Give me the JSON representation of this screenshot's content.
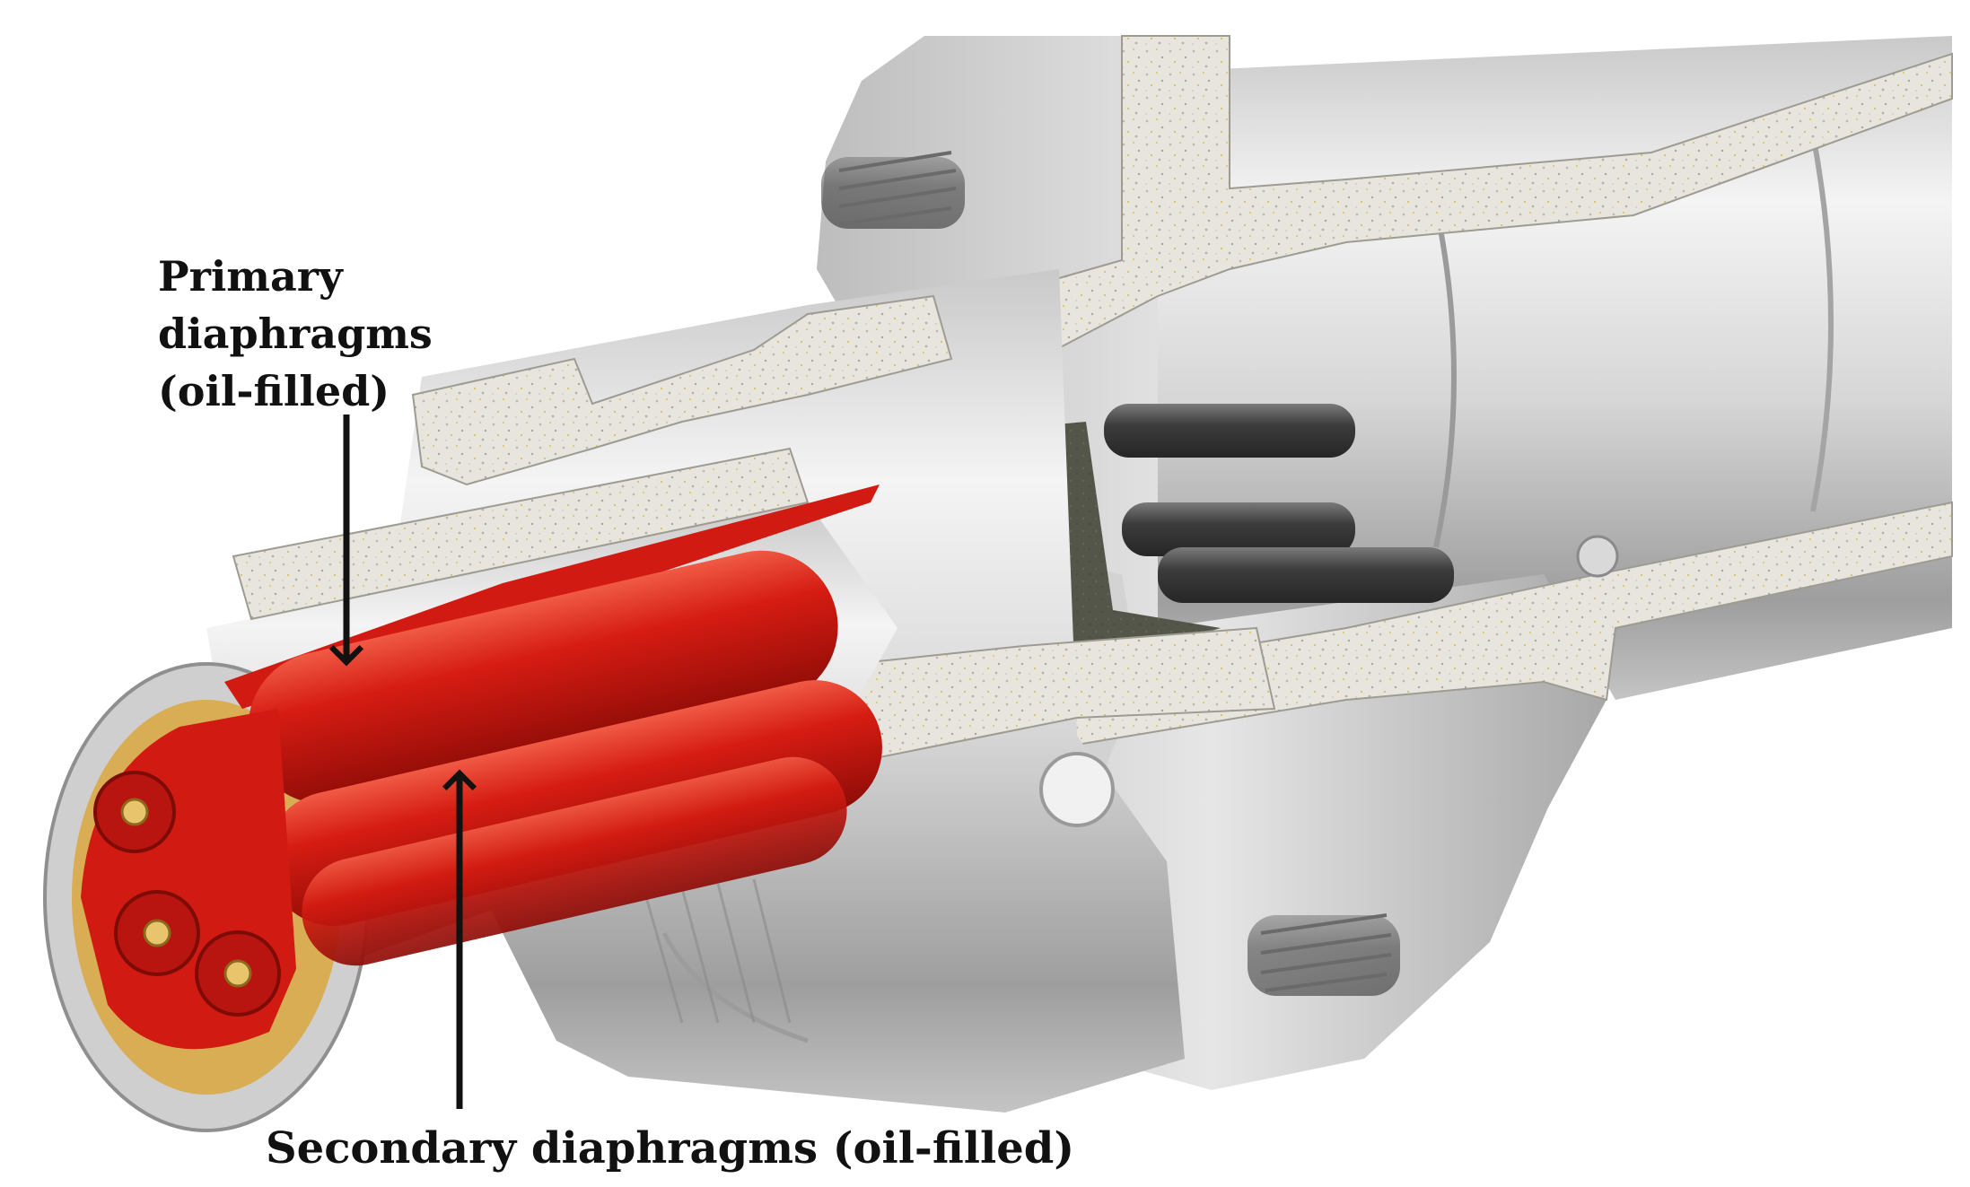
{
  "labels": {
    "primary": [
      "Primary",
      "diaphragms",
      "(oil-filled)"
    ],
    "secondary": "Secondary diaphragms (oil-filled)"
  },
  "colors": {
    "background": "#ffffff",
    "diaphragm_red": "#d11a12",
    "metal_light": "#e9e9e9",
    "metal_mid": "#b9b9b9",
    "metal_dark": "#7d7d7d",
    "section_fill": "#e4e2da",
    "potting": "#5a5a4c",
    "brass": "#d9a845",
    "arrow": "#111111"
  }
}
